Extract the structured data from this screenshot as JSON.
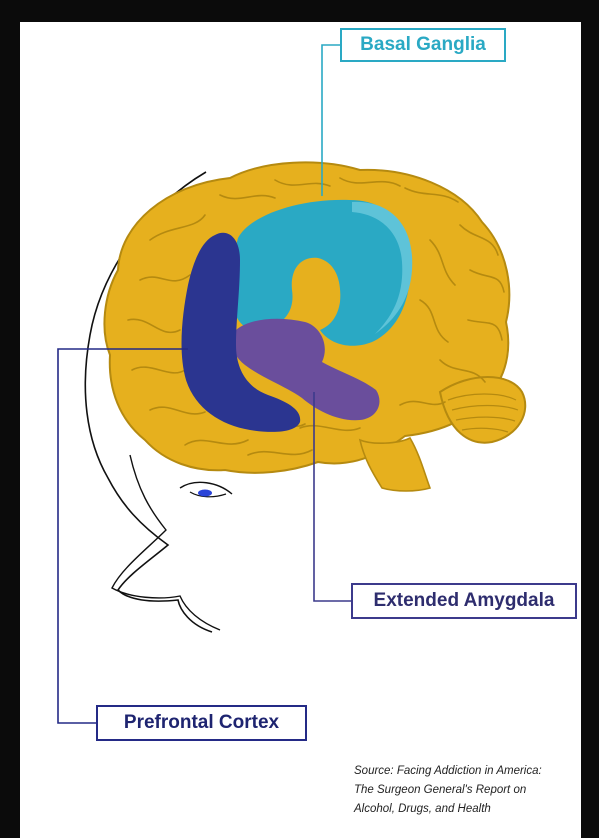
{
  "labels": {
    "basal_ganglia": "Basal Ganglia",
    "extended_amygdala": "Extended Amygdala",
    "prefrontal_cortex": "Prefrontal Cortex"
  },
  "source": {
    "line1": "Source: Facing Addiction in America:",
    "line2": "The Surgeon General's Report on",
    "line3": "Alcohol, Drugs, and Health"
  },
  "colors": {
    "background": "#0b0b0b",
    "panel": "#ffffff",
    "brain": "#e6b01e",
    "brain_outline": "#b58a10",
    "basal_ganglia": "#2aa9c4",
    "extended_amygdala": "#6a4e9c",
    "prefrontal_cortex": "#2b3590",
    "outline": "#111111"
  }
}
